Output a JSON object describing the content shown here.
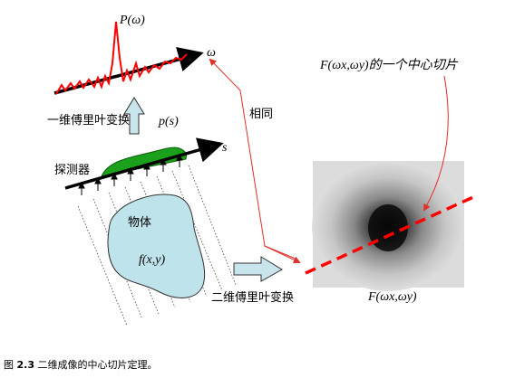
{
  "labels": {
    "p_omega": "P(ω)",
    "omega_axis": "ω",
    "transform_1d": "一维傅里叶变换",
    "p_s": "p(s)",
    "s_axis": "s",
    "detector": "探测器",
    "object": "物体",
    "f_xy": "f(x,y)",
    "transform_2d": "二维傅里叶变换",
    "same": "相同",
    "slice_label": "F(ωx,ωy)的一个中心切片",
    "F_label": "F(ωx,ωy)"
  },
  "caption": {
    "prefix": "图",
    "number": "2.3",
    "text": "二维成像的中心切片定理。"
  },
  "colors": {
    "signal": "#ff0000",
    "projection_fill": "#1aa01a",
    "object_fill": "#bfe3ea",
    "arrow_fill": "#c8e4ec",
    "slice_line": "#ff0000",
    "connector": "#e0302a"
  },
  "icons": [
    "up-arrow-icon",
    "right-arrow-icon"
  ]
}
